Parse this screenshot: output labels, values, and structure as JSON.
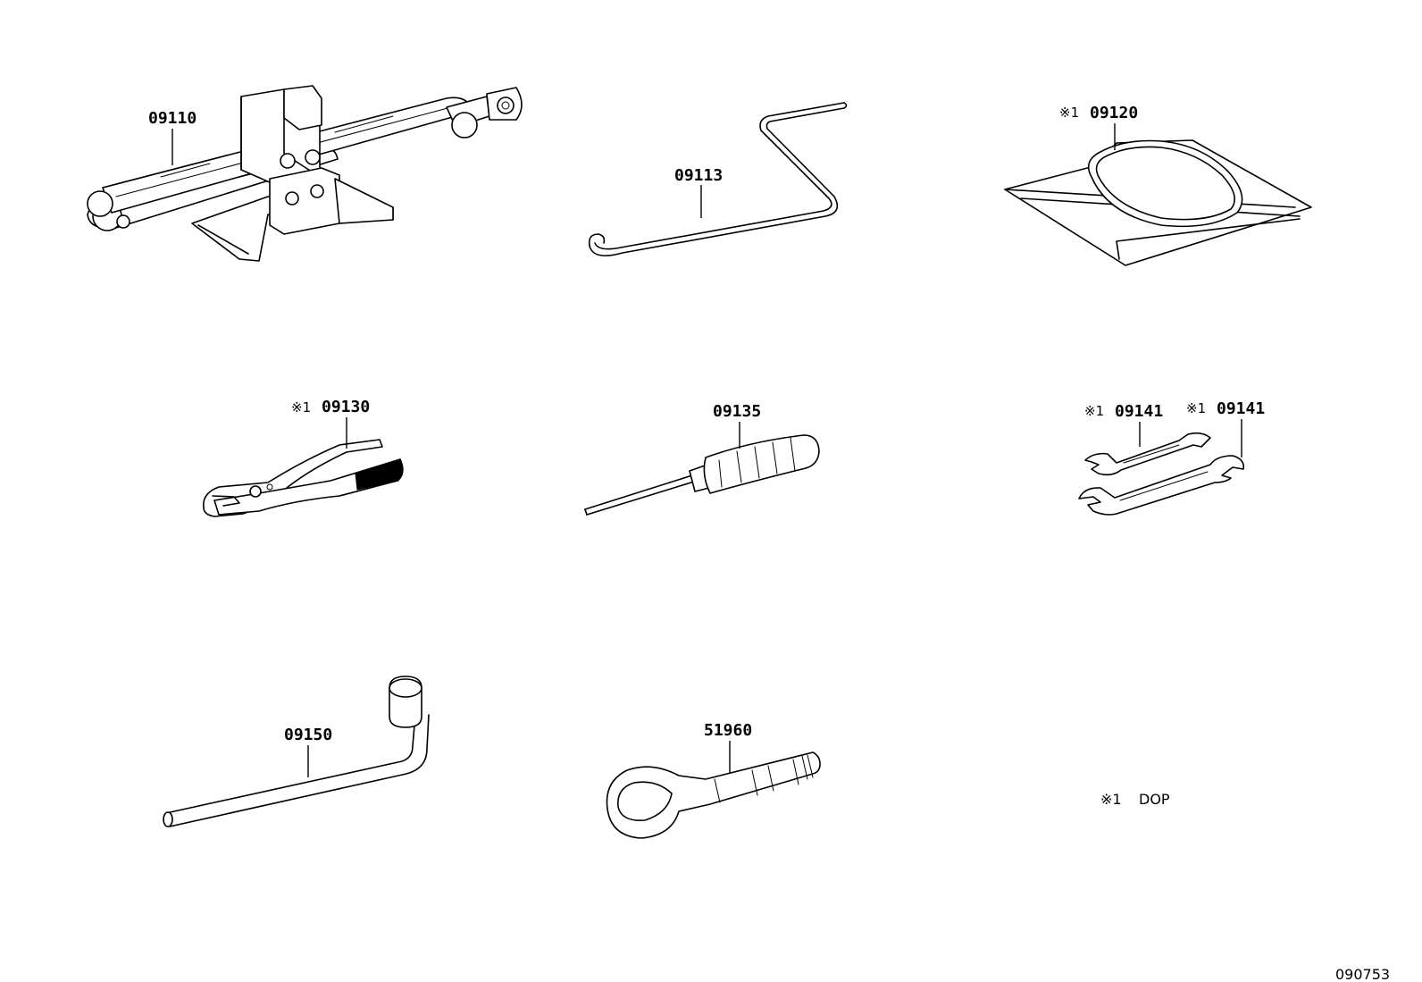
{
  "parts": {
    "jack": {
      "number": "09110"
    },
    "jack_handle": {
      "number": "09113"
    },
    "tool_bag": {
      "mark": "※1",
      "number": "09120"
    },
    "pliers": {
      "mark": "※1",
      "number": "09130"
    },
    "screwdriver": {
      "number": "09135"
    },
    "wrench_a": {
      "mark": "※1",
      "number": "09141"
    },
    "wrench_b": {
      "mark": "※1",
      "number": "09141"
    },
    "lug_wrench": {
      "number": "09150"
    },
    "towing_eye": {
      "number": "51960"
    }
  },
  "note": {
    "mark": "※1",
    "text": "DOP"
  },
  "figure_id": "090753"
}
